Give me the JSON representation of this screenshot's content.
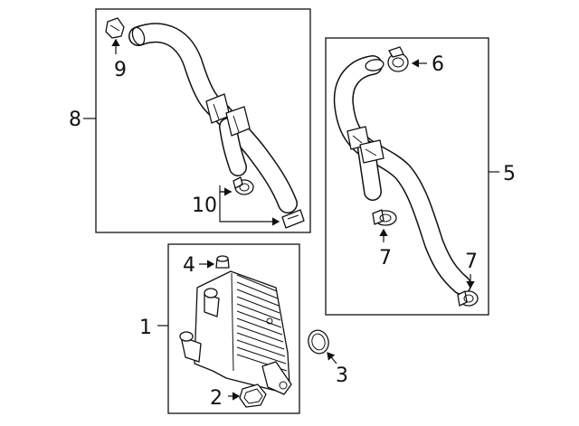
{
  "callouts": {
    "c1": "1",
    "c2": "2",
    "c3": "3",
    "c4": "4",
    "c5": "5",
    "c6": "6",
    "c7a": "7",
    "c7b": "7",
    "c8": "8",
    "c9": "9",
    "c10": "10"
  },
  "colors": {
    "line": "#111111",
    "background": "#ffffff"
  }
}
